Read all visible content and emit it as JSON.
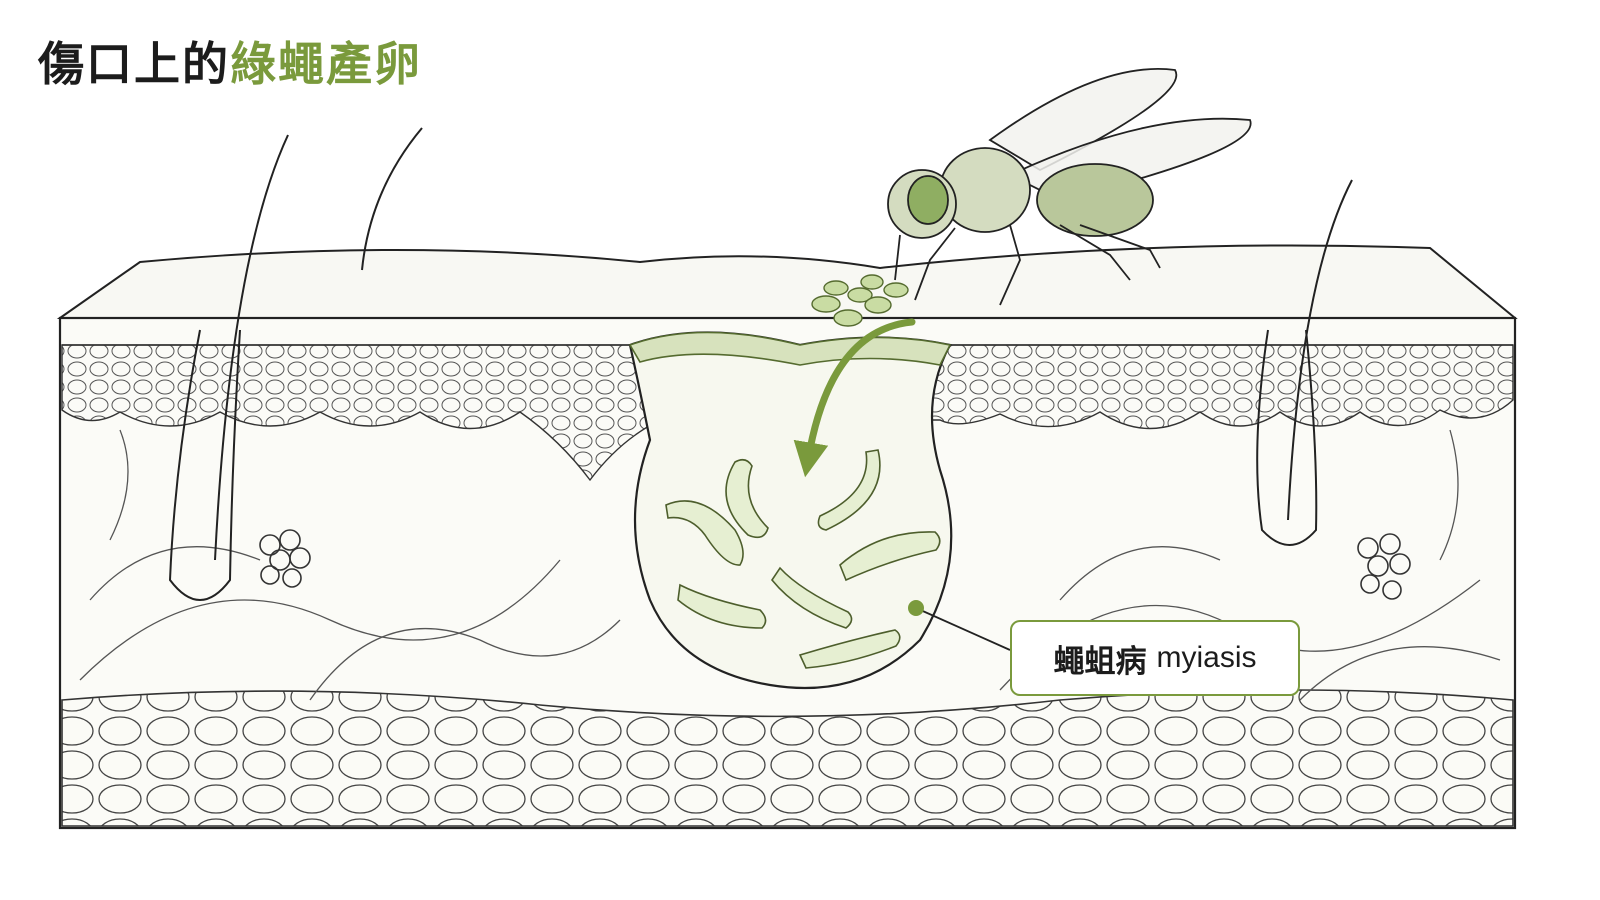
{
  "title": {
    "prefix": "傷口上的",
    "highlight": "綠蠅產卵"
  },
  "callout": {
    "chinese": "蠅蛆病",
    "english": "myiasis"
  },
  "colors": {
    "accent": "#7a9a3c",
    "ink": "#1c1c1c",
    "egg_fill": "#c9dca3",
    "larva_fill": "#e6efd2",
    "fly_eye": "#8fae62"
  },
  "icons": {
    "fly": "fly-icon",
    "eggs": "egg-cluster-icon",
    "larvae": "maggot-icon",
    "arrow": "curved-arrow-icon"
  }
}
